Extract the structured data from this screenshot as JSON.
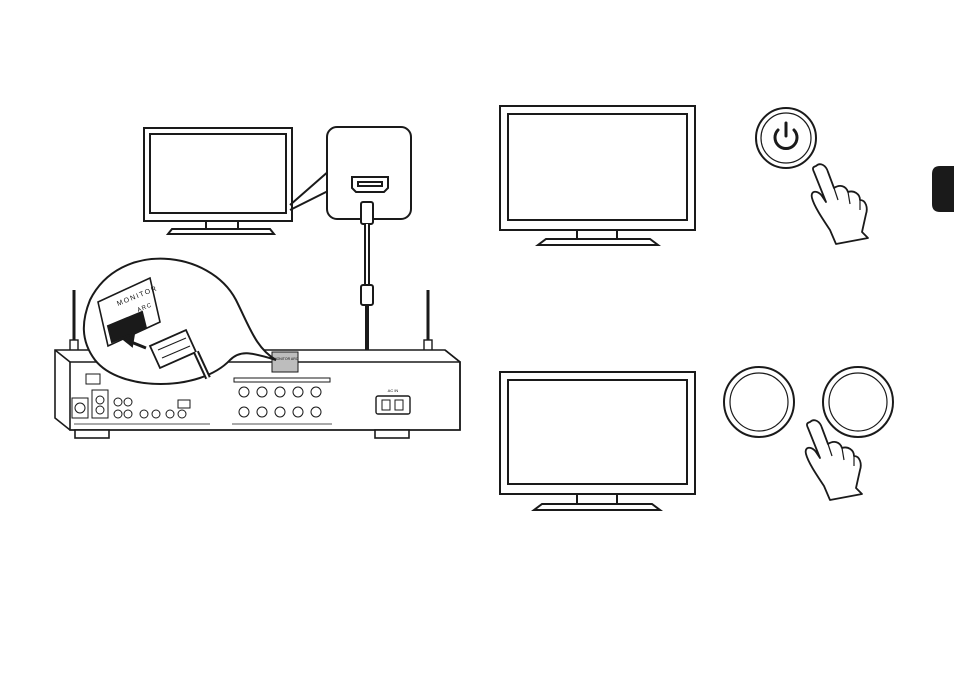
{
  "connector_callout": {
    "port_label_line1": "MONITOR",
    "port_label_line2": "ARC"
  },
  "receiver": {
    "small_port_label": "MONITOR ARC",
    "ac_in_label": "AC IN"
  },
  "steps": [
    {
      "id": "connect-hdmi",
      "icon": "hdmi-cable-icon"
    },
    {
      "id": "press-power",
      "icon": "power-icon"
    },
    {
      "id": "press-button",
      "icon": "pointing-hand-icon"
    }
  ],
  "side_tab": {
    "color": "#1a1a1a"
  },
  "colors": {
    "line": "#1a1a1a",
    "background": "#ffffff"
  }
}
